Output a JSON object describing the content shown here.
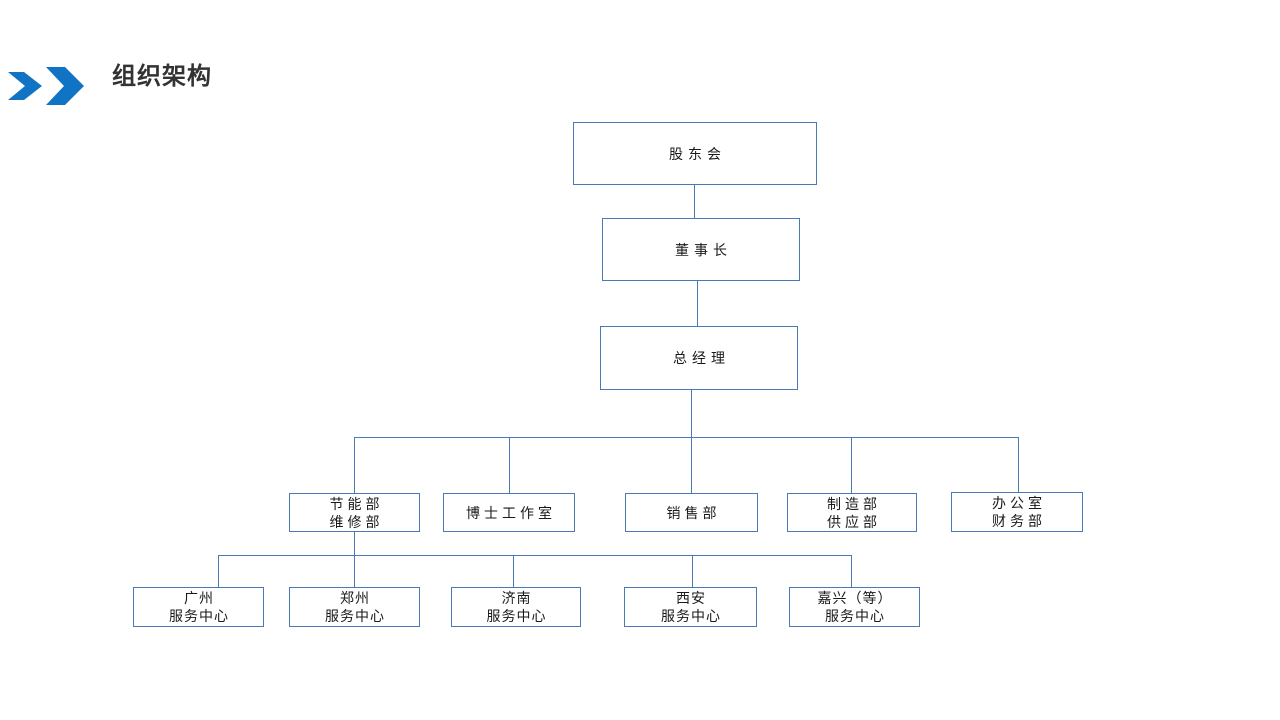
{
  "slide": {
    "title": "组织架构",
    "title_icon": "double-chevron-right-icon",
    "colors": {
      "accent_blue": "#1173C4",
      "box_border": "#4A7AB5",
      "connector": "#4A7AB5",
      "title_text": "#333333",
      "box_text": "#1A1A1A",
      "background": "#FFFFFF"
    },
    "orgchart": {
      "shareholders": {
        "label": "股东会"
      },
      "chairman": {
        "label": "董事长"
      },
      "general_manager": {
        "label": "总经理"
      },
      "departments": [
        {
          "line1": "节能部",
          "line2": "维修部"
        },
        {
          "line1": "博士工作室",
          "line2": ""
        },
        {
          "line1": "销售部",
          "line2": ""
        },
        {
          "line1": "制造部",
          "line2": "供应部"
        },
        {
          "line1": "办公室",
          "line2": "财务部"
        }
      ],
      "service_centers": [
        {
          "line1": "广州",
          "line2": "服务中心"
        },
        {
          "line1": "郑州",
          "line2": "服务中心"
        },
        {
          "line1": "济南",
          "line2": "服务中心"
        },
        {
          "line1": "西安",
          "line2": "服务中心"
        },
        {
          "line1": "嘉兴（等）",
          "line2": "服务中心"
        }
      ]
    }
  }
}
